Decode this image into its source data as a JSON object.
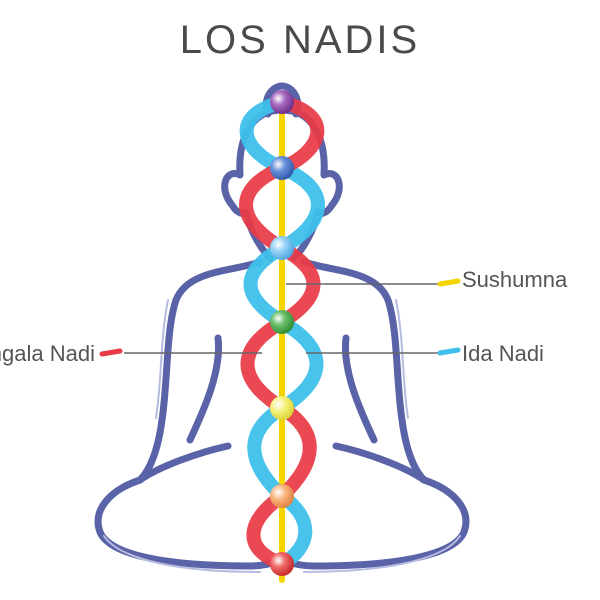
{
  "title": "LOS NADIS",
  "labels": {
    "sushumna": "Sushumna",
    "ida": "Ida Nadi",
    "pingala": "Pingala Nadi"
  },
  "colors": {
    "body_outline": "#5a63a8",
    "sushumna": "#f5d400",
    "ida": "#3ec0ea",
    "pingala": "#e83a44",
    "leader_line": "#666666",
    "text": "#555555"
  },
  "chakras": [
    {
      "name": "crown",
      "color": "#8a3fa0"
    },
    {
      "name": "third-eye",
      "color": "#4a78c8"
    },
    {
      "name": "throat",
      "color": "#7fc6f0"
    },
    {
      "name": "heart",
      "color": "#4aa84a"
    },
    {
      "name": "solar-plexus",
      "color": "#f2ee6a"
    },
    {
      "name": "sacral",
      "color": "#f4a36a"
    },
    {
      "name": "root",
      "color": "#e84040"
    }
  ]
}
